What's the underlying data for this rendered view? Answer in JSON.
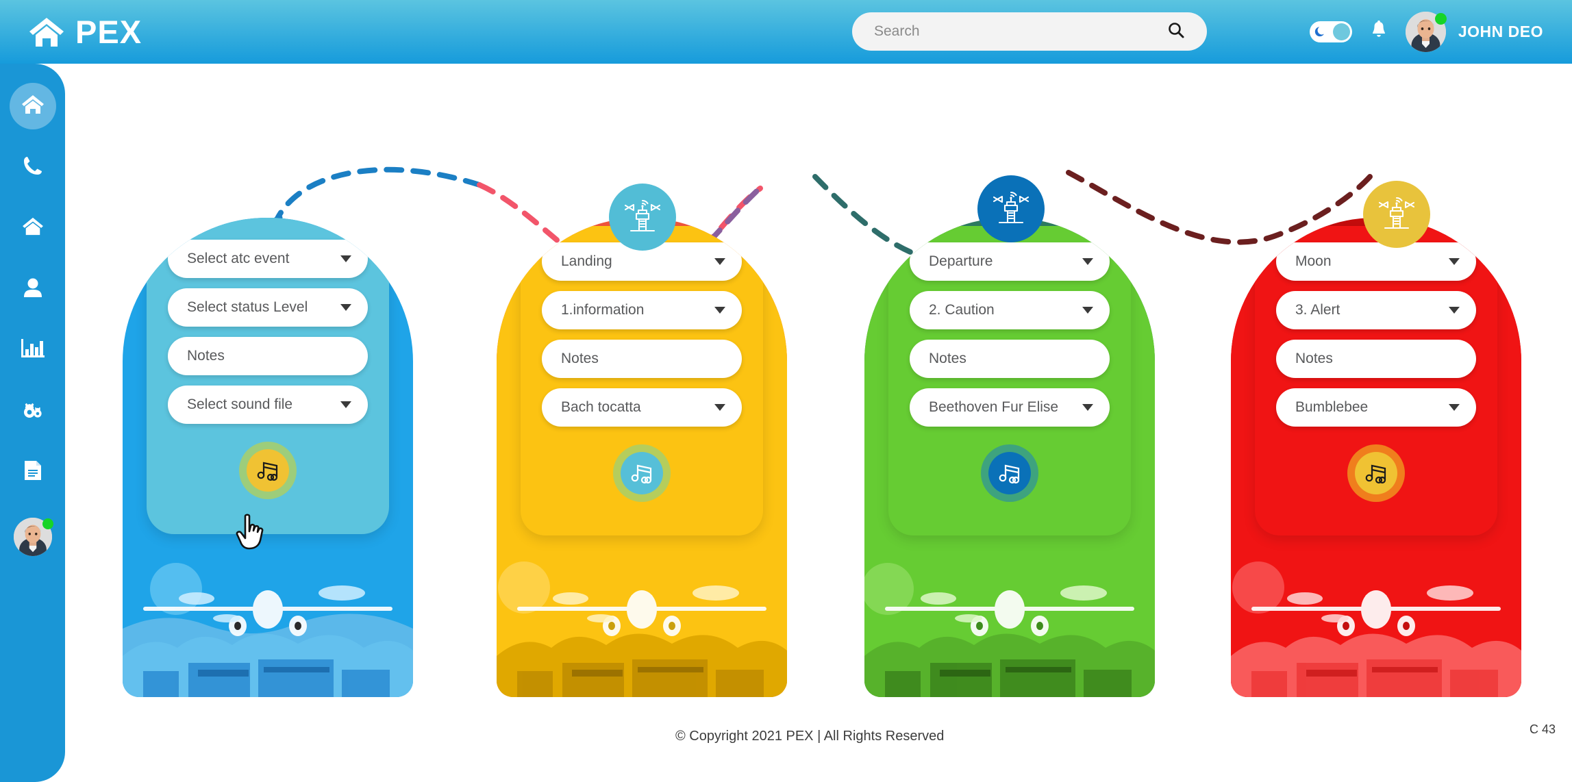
{
  "header": {
    "logo_icon": "home-icon",
    "logo_text": "PEX",
    "search": {
      "value": "",
      "placeholder": "Search",
      "icon": "search-icon"
    },
    "dark_mode_toggle": {
      "icon": "moon-icon",
      "state": "on"
    },
    "notifications_icon": "bell-icon",
    "user": {
      "name": "JOHN DEO",
      "status": "online"
    },
    "colors": {
      "gradient_start": "#5bc4e0",
      "gradient_end": "#169bdb"
    }
  },
  "sidebar": {
    "background": "#1a96d6",
    "items": [
      {
        "icon": "home-icon",
        "name": "sidebar-item-dashboard",
        "active": true
      },
      {
        "icon": "phone-icon",
        "name": "sidebar-item-calls",
        "active": false
      },
      {
        "icon": "home-icon",
        "name": "sidebar-item-home",
        "active": false
      },
      {
        "icon": "user-icon",
        "name": "sidebar-item-users",
        "active": false
      },
      {
        "icon": "bar-chart-icon",
        "name": "sidebar-item-reports",
        "active": false
      },
      {
        "icon": "gears-icon",
        "name": "sidebar-item-settings",
        "active": false
      },
      {
        "icon": "document-icon",
        "name": "sidebar-item-documents",
        "active": false
      }
    ],
    "profile": {
      "status": "online"
    }
  },
  "cards": [
    {
      "id": "card-atc-event",
      "theme": "blue",
      "outer_color": "#1fa4e8",
      "panel_color": "#5cc4de",
      "badge": {
        "icon": "control-tower-icon",
        "color": "#ffffff",
        "visible": false
      },
      "fields": [
        {
          "name": "atc-event-select",
          "label": "Select atc event",
          "type": "select"
        },
        {
          "name": "status-level-select",
          "label": "Select status Level",
          "type": "select"
        },
        {
          "name": "notes-input",
          "label": "Notes",
          "type": "text"
        },
        {
          "name": "sound-file-select",
          "label": "Select sound file",
          "type": "select"
        }
      ],
      "play_button": {
        "name": "play-sound-button",
        "icon": "music-note-icon",
        "color": "#f0c233",
        "halo": "#a8cf6a",
        "glyph_color": "#1b1b1b"
      },
      "has_cursor": true
    },
    {
      "id": "card-landing",
      "theme": "yellow",
      "outer_color": "#f2553d",
      "panel_color": "#fcc312",
      "badge": {
        "icon": "control-tower-icon",
        "color": "#52bdd6",
        "visible": true
      },
      "fields": [
        {
          "name": "atc-event-select",
          "label": "Landing",
          "type": "select"
        },
        {
          "name": "status-level-select",
          "label": "1.information",
          "type": "select"
        },
        {
          "name": "notes-input",
          "label": "Notes",
          "type": "text"
        },
        {
          "name": "sound-file-select",
          "label": "Bach tocatta",
          "type": "select"
        }
      ],
      "play_button": {
        "name": "play-sound-button",
        "icon": "music-note-icon",
        "color": "#56bfd8",
        "halo": "#a8cf6a",
        "glyph_color": "#ffffff"
      },
      "has_cursor": false
    },
    {
      "id": "card-departure",
      "theme": "green",
      "outer_color": "#2e7d63",
      "panel_color": "#66cc33",
      "badge": {
        "icon": "control-tower-icon",
        "color": "#0a71b8",
        "visible": true
      },
      "fields": [
        {
          "name": "atc-event-select",
          "label": "Departure",
          "type": "select"
        },
        {
          "name": "status-level-select",
          "label": "2. Caution",
          "type": "select"
        },
        {
          "name": "notes-input",
          "label": "Notes",
          "type": "text"
        },
        {
          "name": "sound-file-select",
          "label": "Beethoven Fur Elise",
          "type": "select"
        }
      ],
      "play_button": {
        "name": "play-sound-button",
        "icon": "music-note-icon",
        "color": "#0a71b8",
        "halo": "#3a9e86",
        "glyph_color": "#ffffff"
      },
      "has_cursor": false
    },
    {
      "id": "card-moon",
      "theme": "red",
      "outer_color": "#c50d0d",
      "panel_color": "#f01414",
      "badge": {
        "icon": "control-tower-icon",
        "color": "#e8c33c",
        "visible": true
      },
      "fields": [
        {
          "name": "atc-event-select",
          "label": "Moon",
          "type": "select"
        },
        {
          "name": "status-level-select",
          "label": "3. Alert",
          "type": "select"
        },
        {
          "name": "notes-input",
          "label": "Notes",
          "type": "text"
        },
        {
          "name": "sound-file-select",
          "label": "Bumblebee",
          "type": "select"
        }
      ],
      "play_button": {
        "name": "play-sound-button",
        "icon": "music-note-icon",
        "color": "#f0c233",
        "halo": "#f08a1e",
        "glyph_color": "#1b1b1b"
      },
      "has_cursor": false
    }
  ],
  "connectors": [
    {
      "name": "connector-arrow-into-card-1",
      "color": "#1b7fc4",
      "style": "dashed-arrow"
    },
    {
      "name": "connector-card1-to-card2",
      "color": "#8a5f9e",
      "color_2": "#f2556a",
      "style": "dashed-wave"
    },
    {
      "name": "connector-card2-to-card3",
      "color": "#2e6d6a",
      "style": "dashed-wave"
    },
    {
      "name": "connector-card3-to-card4",
      "color": "#6b1f1f",
      "style": "dashed-wave"
    }
  ],
  "footer": {
    "copyright": "© Copyright 2021  PEX   |   All Rights Reserved",
    "code": "C 43"
  }
}
